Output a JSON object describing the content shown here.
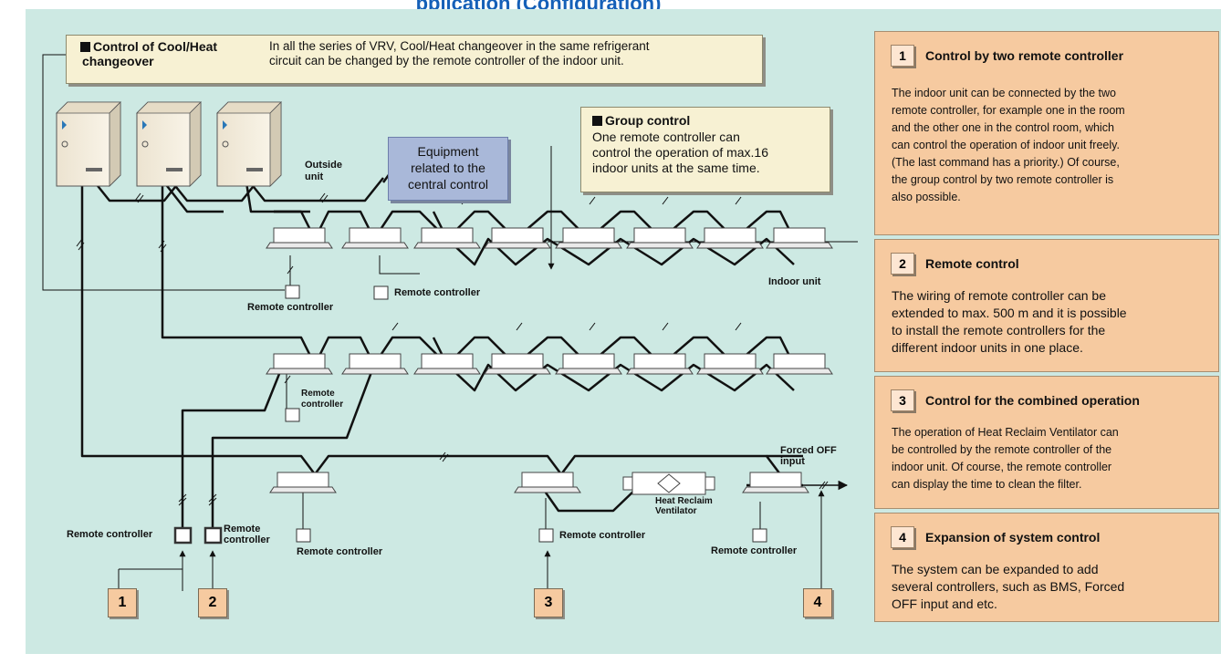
{
  "title": "pplication (Configuration)",
  "cool_heat_box": {
    "heading_line1": "Control of Cool/Heat",
    "heading_line2": "changeover",
    "text_line1": "In all the series of VRV, Cool/Heat changeover in the same refrigerant",
    "text_line2": "circuit can be changed by the remote controller of the indoor unit."
  },
  "central_box": {
    "line1": "Equipment",
    "line2": "related to the",
    "line3": "central control"
  },
  "group_box": {
    "heading": "Group control",
    "line1": "One remote controller can",
    "line2": "control the operation of max.16",
    "line3": "indoor units at the same time."
  },
  "labels": {
    "outside_unit_1": "Outside",
    "outside_unit_2": "unit",
    "indoor_unit": "Indoor unit",
    "remote_controller": "Remote controller",
    "remote_short_1": "Remote",
    "remote_short_2": "controller",
    "forced_off_1": "Forced OFF",
    "forced_off_2": "input",
    "heat_reclaim_1": "Heat Reclaim",
    "heat_reclaim_2": "Ventilator"
  },
  "numbers": [
    "1",
    "2",
    "3",
    "4"
  ],
  "cards": [
    {
      "num": "1",
      "title": "Control by two remote controller",
      "lines": [
        "The indoor unit can be connected by the two",
        "remote controller, for example one in the room",
        "and the other one in the control room, which",
        "can control the operation of indoor unit freely.",
        "(The last command has a priority.) Of course,",
        "the group control by two remote controller is",
        "also possible."
      ]
    },
    {
      "num": "2",
      "title": "Remote control",
      "lines": [
        "The wiring of remote controller can be",
        "extended to max. 500 m and it is possible",
        "to install the remote controllers for the",
        "different indoor units in one place."
      ]
    },
    {
      "num": "3",
      "title": "Control for the combined operation",
      "lines": [
        "The operation of Heat Reclaim Ventilator can",
        "be controlled by the remote controller of the",
        "indoor unit. Of course, the remote controller",
        "can display the time to clean the filter."
      ]
    },
    {
      "num": "4",
      "title": "Expansion of system control",
      "lines": [
        "The system can be expanded to add",
        "several controllers, such as BMS, Forced",
        "OFF input and etc."
      ]
    }
  ]
}
